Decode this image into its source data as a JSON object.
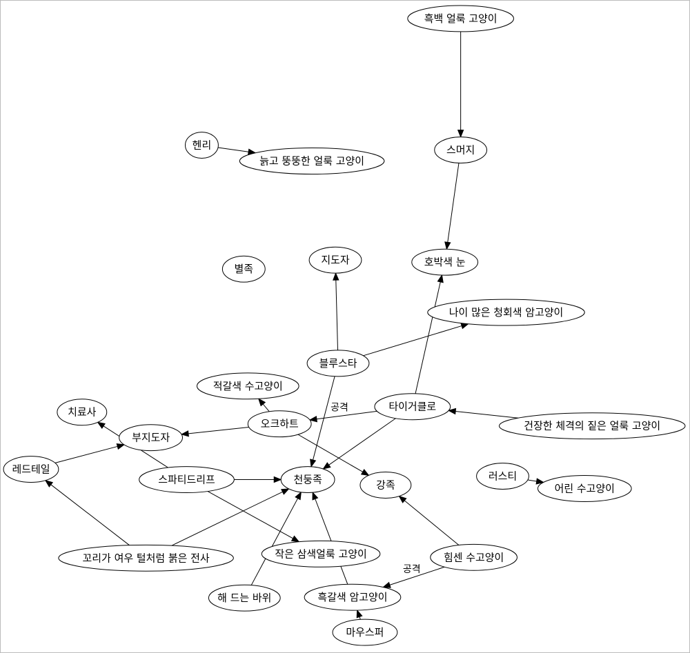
{
  "nodes": {
    "black_white_tabby": "흑백 얼룩 고양이",
    "smudge": "스머지",
    "henry": "헨리",
    "old_fat_tabby": "늙고 뚱뚱한 얼룩 고양이",
    "loner": "별족",
    "deputy": "지도자",
    "amber_eyes": "호박색 눈",
    "old_blue_gray": "나이 많은 청회색 암고양이",
    "bluestar": "블루스타",
    "ginger_tom": "적갈색 수고양이",
    "tigerclaw": "타이거클로",
    "medicine_cat": "치료사",
    "oakheart": "오크하트",
    "healthy_dark_tabby": "건장한 체격의 짙은 얼룩 고양이",
    "sub_leader": "부지도자",
    "redtail": "레드테일",
    "rusty": "러스티",
    "spottedleaf": "스파티드리프",
    "thunderclan": "천둥족",
    "riverclan": "강족",
    "young_tom": "어린 수고양이",
    "fox_tail_warrior": "꼬리가 여우 털처럼 붉은 전사",
    "small_tortie": "작은 삼색얼룩 고양이",
    "strong_tom": "힘센 수고양이",
    "sunning_rocks": "해 드는 바위",
    "dark_brown_she_cat": "흑갈색 암고양이",
    "mousefur": "마우스퍼"
  },
  "edge_labels": {
    "attack_1": "공격",
    "attack_2": "공격"
  }
}
